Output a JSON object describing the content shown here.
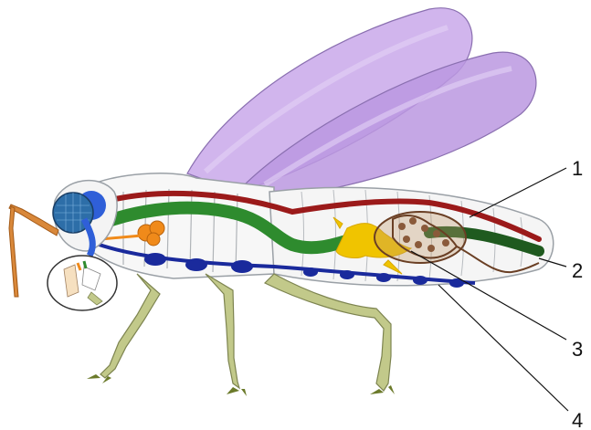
{
  "diagram": {
    "labels": [
      "1",
      "2",
      "3",
      "4"
    ],
    "colors": {
      "wing": "#c9a8ea",
      "wing_edge": "#8a6fb0",
      "dorsal_vessel": "#9b1a1a",
      "digestive_tract": "#2e8b2e",
      "hindgut": "#1f5a1f",
      "nerve_cord": "#1a2a9c",
      "brain": "#2f5fd8",
      "malpighian_tubules": "#f0c400",
      "reproductive": "#8a5a3a",
      "salivary": "#f08a1a",
      "legs": "#c2c98a",
      "antenna": "#d9883a",
      "body_outline": "#9aa0a6"
    },
    "icons": [
      "compound-eye-icon",
      "antenna-icon",
      "mouthparts-inset-icon"
    ]
  }
}
